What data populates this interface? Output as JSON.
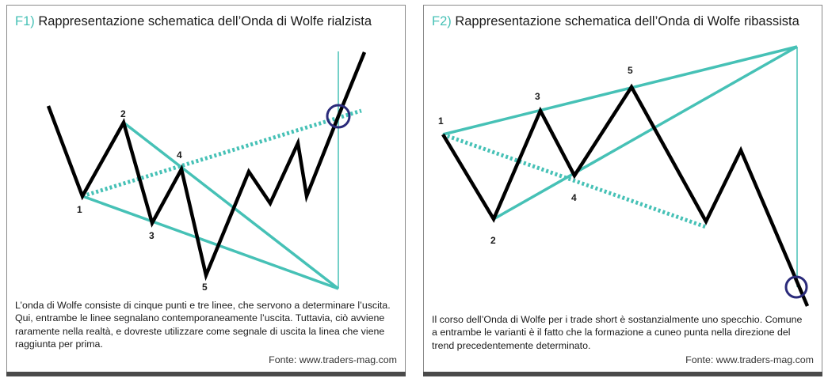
{
  "colors": {
    "accent": "#46c1b6",
    "price_line": "#000000",
    "exit_circle": "#2a2a7a"
  },
  "panels": [
    {
      "id": "F1",
      "number": "F1)",
      "title": "Rappresentazione schematica dell’Onda di Wolfe rialzista",
      "point_labels": [
        "1",
        "2",
        "3",
        "4",
        "5"
      ],
      "description": "L’onda di Wolfe consiste di cinque punti e tre linee, che servono a determinare l’uscita. Qui, entrambe le linee segnalano contemporaneamente l’uscita. Tuttavia, ciò avviene raramente nella realtà, e dovreste utilizzare come segnale di uscita la linea che viene raggiunta per prima.",
      "source": "Fonte: www.traders-mag.com",
      "exit_marker_icon": "circle-icon"
    },
    {
      "id": "F2",
      "number": "F2)",
      "title": "Rappresentazione schematica dell’Onda di Wolfe ribassista",
      "point_labels": [
        "1",
        "2",
        "3",
        "4",
        "5"
      ],
      "description": "Il corso dell’Onda di Wolfe per i trade short è sostanzialmente uno specchio. Comune a entrambe le varianti è il fatto che la formazione a cuneo punta nella direzione del trend precedentemente determinato.",
      "source": "Fonte: www.traders-mag.com",
      "exit_marker_icon": "circle-icon"
    }
  ]
}
